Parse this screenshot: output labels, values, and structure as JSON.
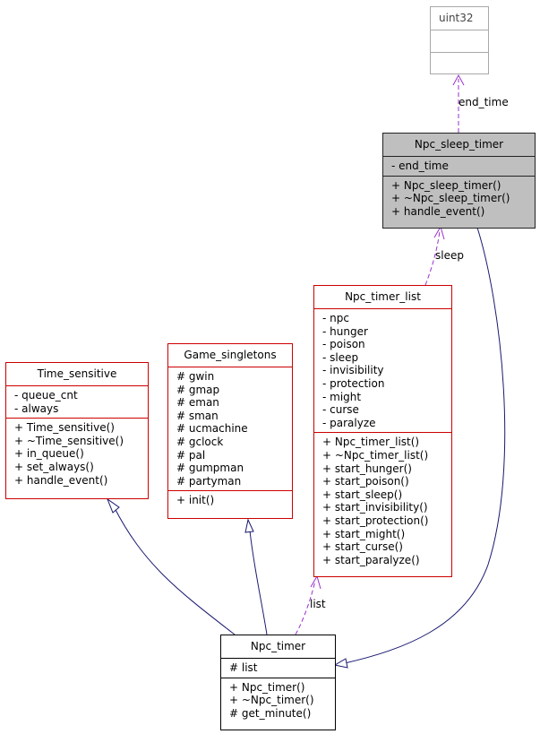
{
  "classes": {
    "uint32": {
      "name": "uint32",
      "attributes": [],
      "methods": []
    },
    "npc_sleep_timer": {
      "name": "Npc_sleep_timer",
      "attributes": [
        "- end_time"
      ],
      "methods": [
        "+ Npc_sleep_timer()",
        "+ ~Npc_sleep_timer()",
        "+ handle_event()"
      ]
    },
    "npc_timer_list": {
      "name": "Npc_timer_list",
      "attributes": [
        "- npc",
        "- hunger",
        "- poison",
        "- sleep",
        "- invisibility",
        "- protection",
        "- might",
        "- curse",
        "- paralyze"
      ],
      "methods": [
        "+ Npc_timer_list()",
        "+ ~Npc_timer_list()",
        "+ start_hunger()",
        "+ start_poison()",
        "+ start_sleep()",
        "+ start_invisibility()",
        "+ start_protection()",
        "+ start_might()",
        "+ start_curse()",
        "+ start_paralyze()"
      ]
    },
    "game_singletons": {
      "name": "Game_singletons",
      "attributes": [
        "# gwin",
        "# gmap",
        "# eman",
        "# sman",
        "# ucmachine",
        "# gclock",
        "# pal",
        "# gumpman",
        "# partyman"
      ],
      "methods": [
        "+ init()"
      ]
    },
    "time_sensitive": {
      "name": "Time_sensitive",
      "attributes": [
        "- queue_cnt",
        "- always"
      ],
      "methods": [
        "+ Time_sensitive()",
        "+ ~Time_sensitive()",
        "+ in_queue()",
        "+ set_always()",
        "+ handle_event()"
      ]
    },
    "npc_timer": {
      "name": "Npc_timer",
      "attributes": [
        "# list"
      ],
      "methods": [
        "+ Npc_timer()",
        "+ ~Npc_timer()",
        "# get_minute()"
      ]
    }
  },
  "edge_labels": {
    "end_time": "end_time",
    "sleep": "sleep",
    "list": "list"
  },
  "colors": {
    "class_border": "#cc0000",
    "inheritance": "#191970",
    "usage": "#9a32cd",
    "focus_fill": "#bfbfbf"
  }
}
